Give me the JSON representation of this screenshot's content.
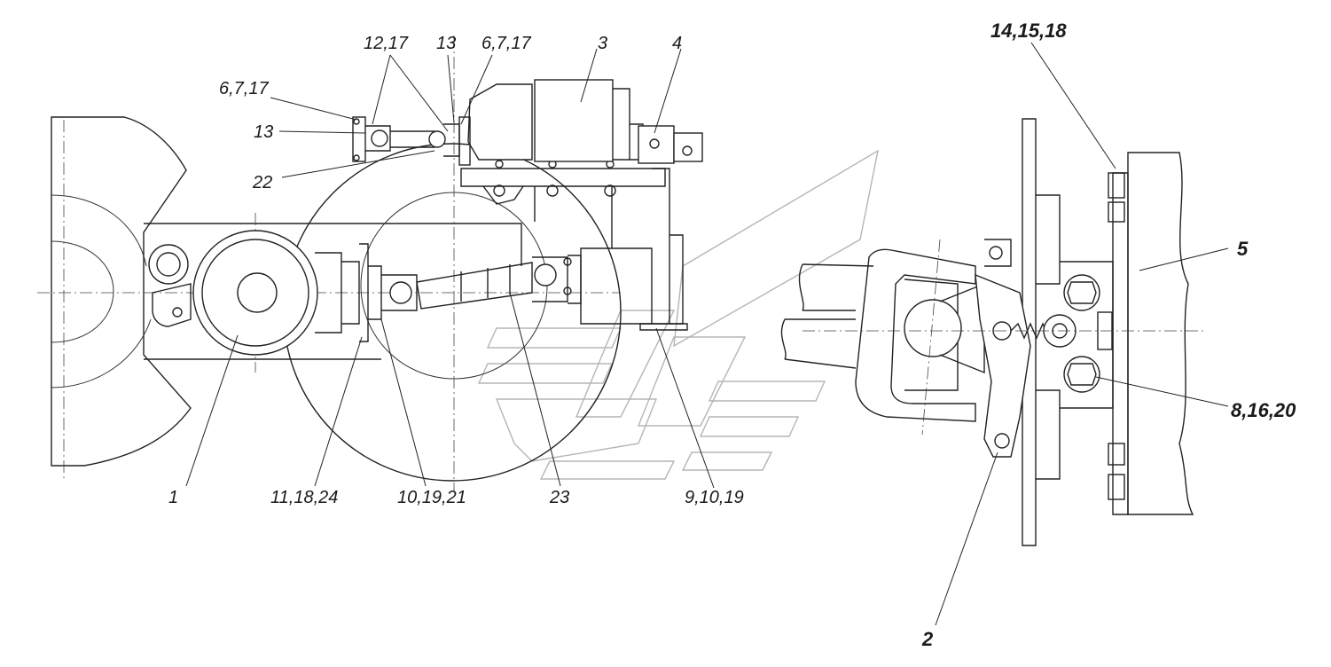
{
  "callouts": {
    "c1": "1",
    "c2": "2",
    "c3": "3",
    "c4": "4",
    "c5": "5",
    "c6_7_17_top": "6,7,17",
    "c6_7_17_left": "6,7,17",
    "c8_16_20": "8,16,20",
    "c9_10_19": "9,10,19",
    "c10_19_21": "10,19,21",
    "c11_18_24": "11,18,24",
    "c12_17": "12,17",
    "c13_top": "13",
    "c13_left": "13",
    "c14_15_18": "14,15,18",
    "c22": "22",
    "c23": "23"
  }
}
